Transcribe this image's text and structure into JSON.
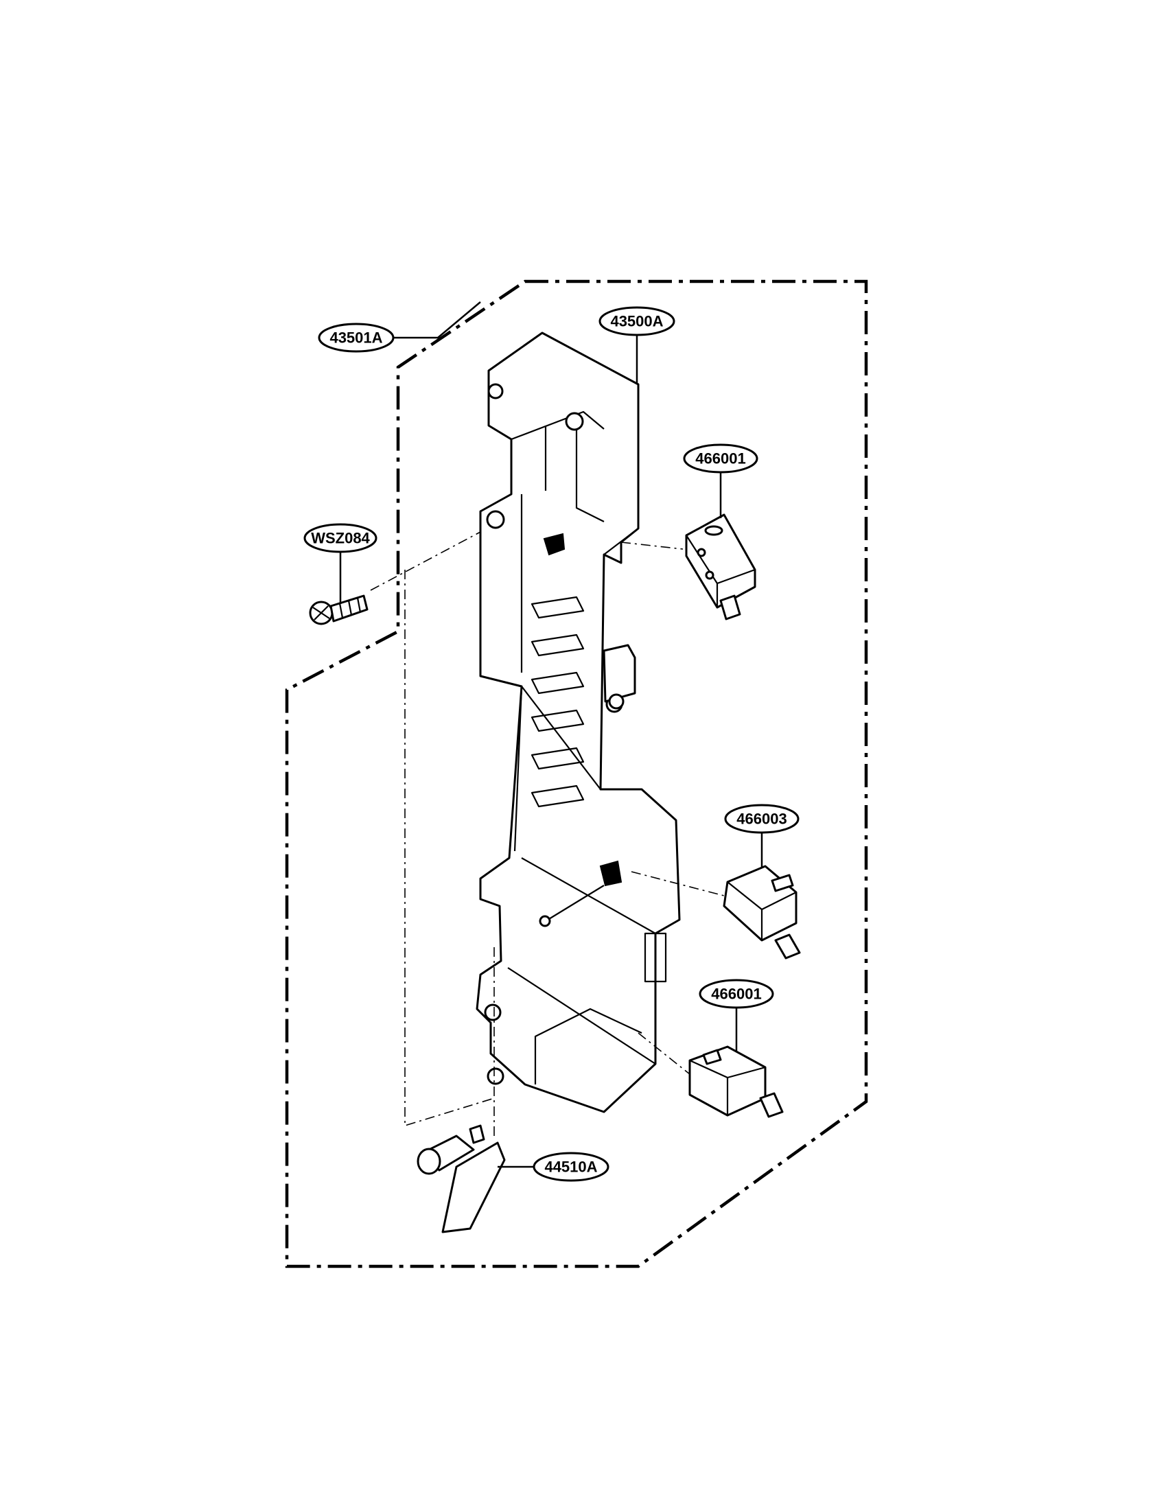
{
  "callouts": {
    "assembly": "43501A",
    "frame": "43500A",
    "screw": "WSZ084",
    "switch_top": "466001",
    "switch_mid": "466003",
    "switch_bottom": "466001",
    "lever": "44510A"
  },
  "icons": {
    "frame": "door-latch-frame",
    "screw": "screw-icon",
    "switches": "micro-switch-icon",
    "lever": "latch-lever-icon"
  }
}
